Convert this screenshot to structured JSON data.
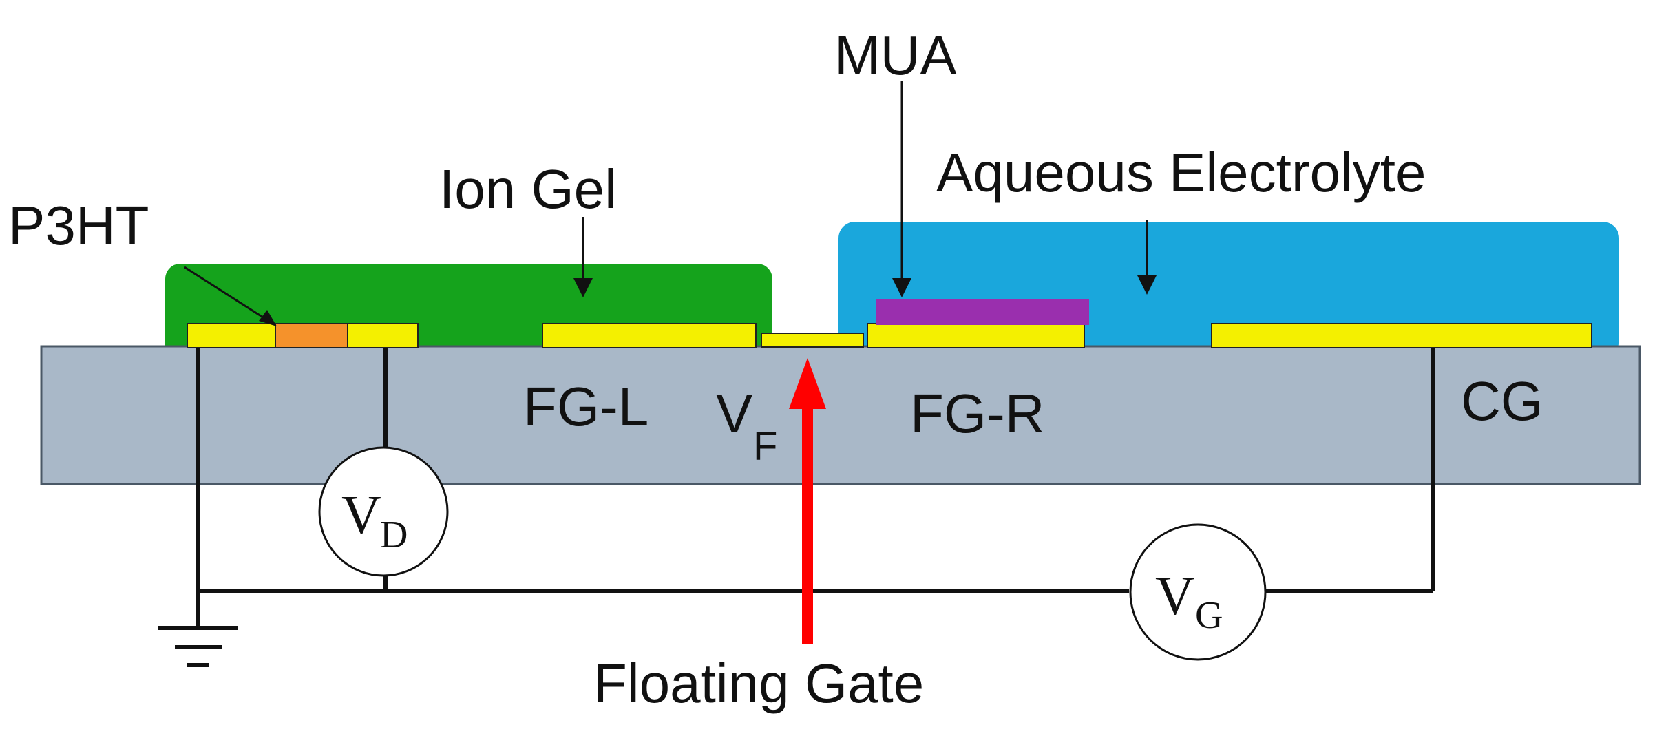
{
  "labels": {
    "p3ht": "P3HT",
    "ion_gel": "Ion Gel",
    "mua": "MUA",
    "aqueous_electrolyte": "Aqueous Electrolyte",
    "fg_l": "FG-L",
    "fg_r": "FG-R",
    "cg": "CG",
    "vf_main": "V",
    "vf_sub": "F",
    "floating_gate": "Floating Gate",
    "vd_main": "V",
    "vd_sub": "D",
    "vg_main": "V",
    "vg_sub": "G"
  },
  "colors": {
    "substrate": "#a9b8c8",
    "ion_gel": "#15a31c",
    "electrolyte": "#1aa7dc",
    "electrode": "#f4f000",
    "p3ht": "#f5922b",
    "mua": "#9a2fae",
    "arrow": "#ff0000",
    "wire": "#111111"
  }
}
